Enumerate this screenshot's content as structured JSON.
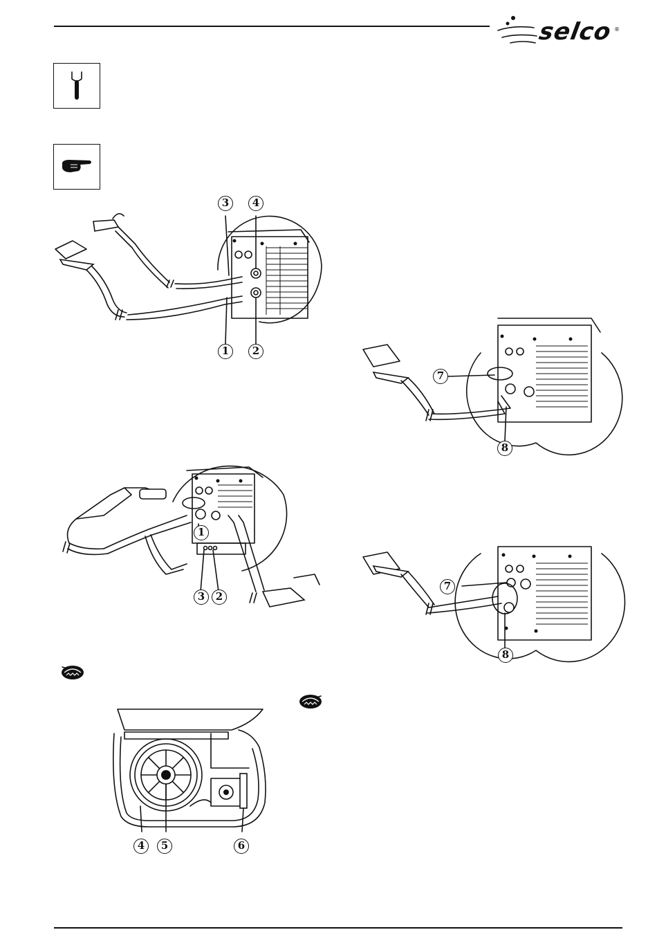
{
  "logo": {
    "text": "selco",
    "reg": "®"
  },
  "callouts": {
    "fig1": [
      "3",
      "4",
      "1",
      "2"
    ],
    "fig2": [
      "7",
      "8"
    ],
    "fig3": [
      "1",
      "3",
      "2"
    ],
    "fig4": [
      "7",
      "8"
    ],
    "fig5": [
      "4",
      "5",
      "6"
    ]
  },
  "icons": [
    "wrench-icon",
    "pointing-hand-icon",
    "torch-reel-icon",
    "torch-reel-icon"
  ]
}
